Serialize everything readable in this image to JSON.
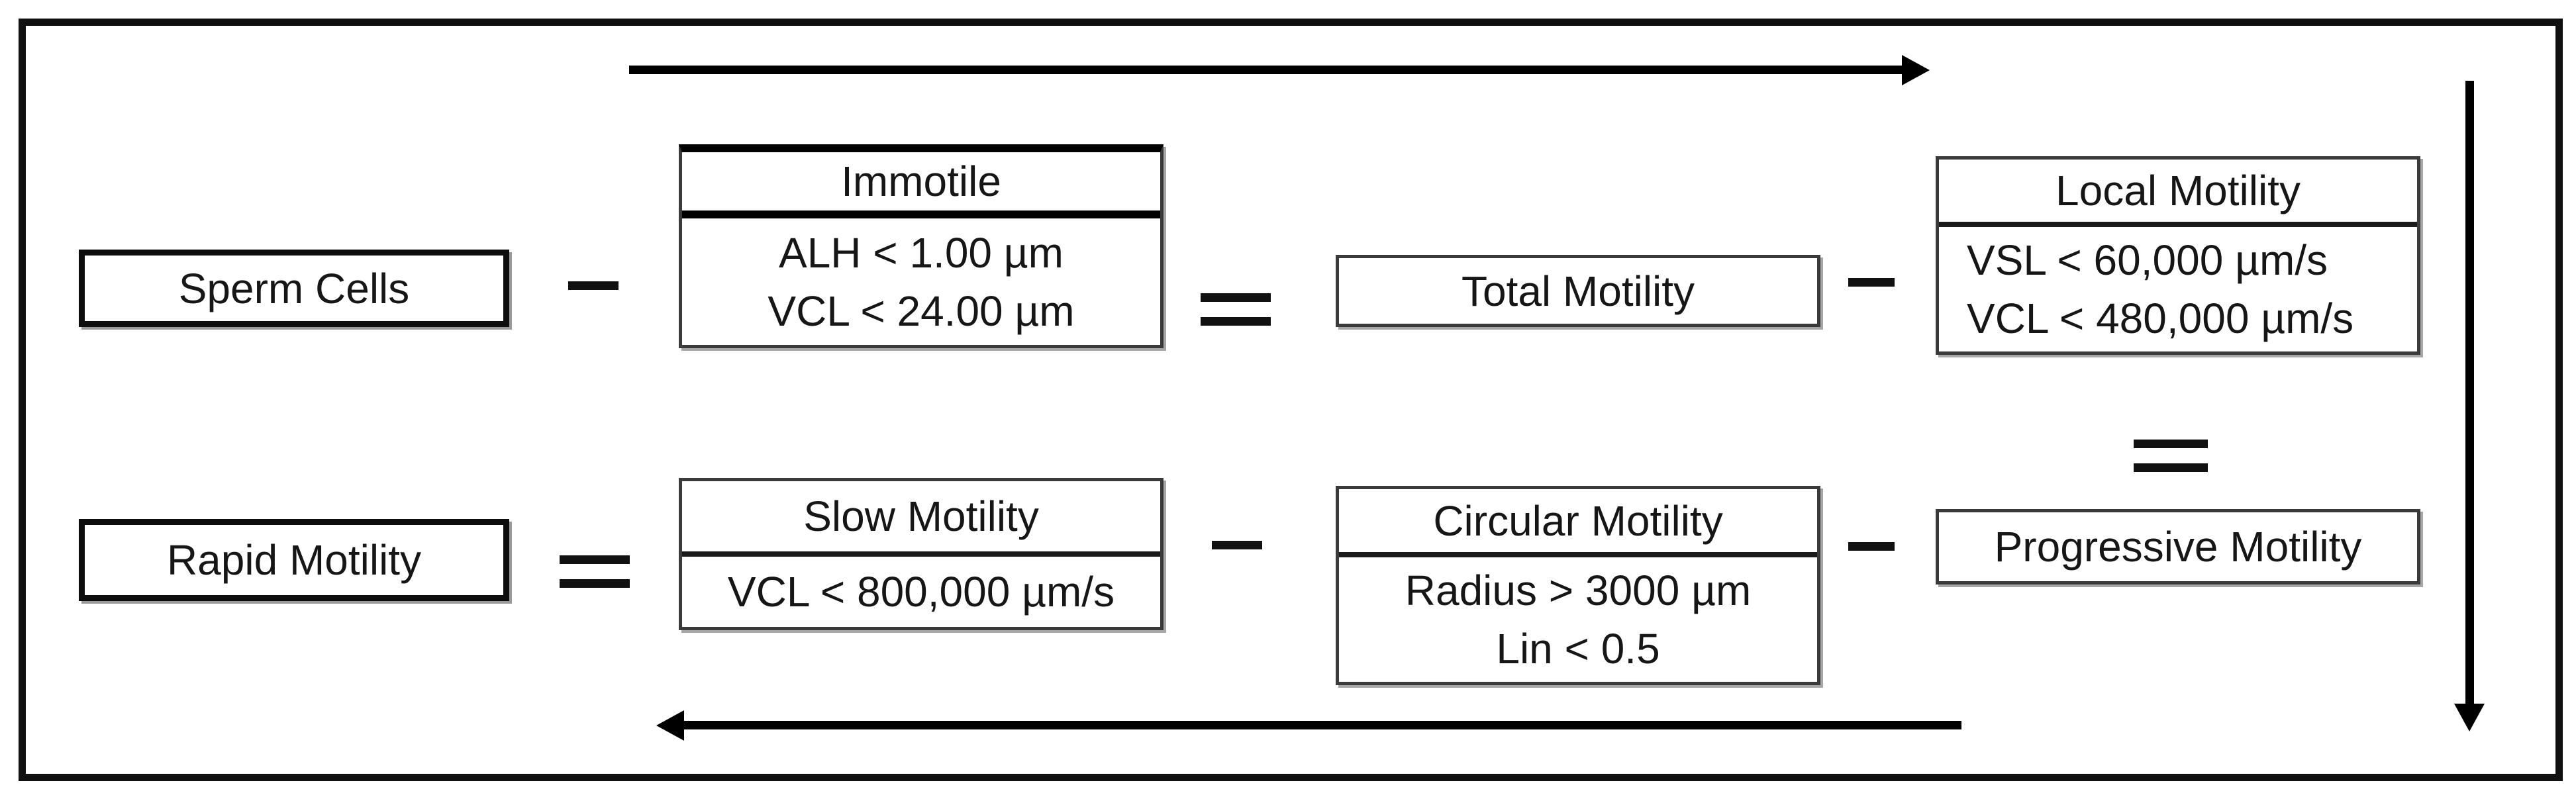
{
  "diagram": {
    "description": "Sperm motility classification flow diagram",
    "colors": {
      "background": "#ffffff",
      "line": "#000000",
      "thin_border": "#3a3a3a",
      "thick_border": "#0d0d0d"
    },
    "nodes": {
      "sperm_cells": {
        "label": "Sperm Cells"
      },
      "immotile": {
        "title": "Immotile",
        "lines": [
          "ALH < 1.00 µm",
          "VCL < 24.00 µm"
        ]
      },
      "total_motility": {
        "label": "Total Motility"
      },
      "local_motility": {
        "title": "Local Motility",
        "lines": [
          "VSL < 60,000 µm/s",
          "VCL < 480,000 µm/s"
        ]
      },
      "rapid_motility": {
        "label": "Rapid Motility"
      },
      "slow_motility": {
        "title": "Slow Motility",
        "lines": [
          "VCL < 800,000 µm/s"
        ]
      },
      "circular_motility": {
        "title": "Circular Motility",
        "lines": [
          "Radius > 3000 µm",
          "Lin < 0.5"
        ]
      },
      "progressive_motility": {
        "label": "Progressive Motility"
      }
    },
    "connectors": [
      {
        "from": "Sperm Cells",
        "to": "Immotile",
        "glyph": "single-dash"
      },
      {
        "from": "Immotile",
        "to": "Total Motility",
        "glyph": "double-equals"
      },
      {
        "from": "Total Motility",
        "to": "Local Motility",
        "glyph": "single-dash"
      },
      {
        "from": "Local Motility",
        "to": "Progressive Motility",
        "glyph": "double-equals"
      },
      {
        "from": "Rapid Motility",
        "to": "Slow Motility",
        "glyph": "double-equals"
      },
      {
        "from": "Slow Motility",
        "to": "Circular Motility",
        "glyph": "single-dash"
      },
      {
        "from": "Circular Motility",
        "to": "Progressive Motility",
        "glyph": "single-dash"
      }
    ],
    "arrows": [
      {
        "position": "top",
        "direction": "right"
      },
      {
        "position": "right-side",
        "direction": "down"
      },
      {
        "position": "bottom",
        "direction": "left"
      }
    ]
  }
}
